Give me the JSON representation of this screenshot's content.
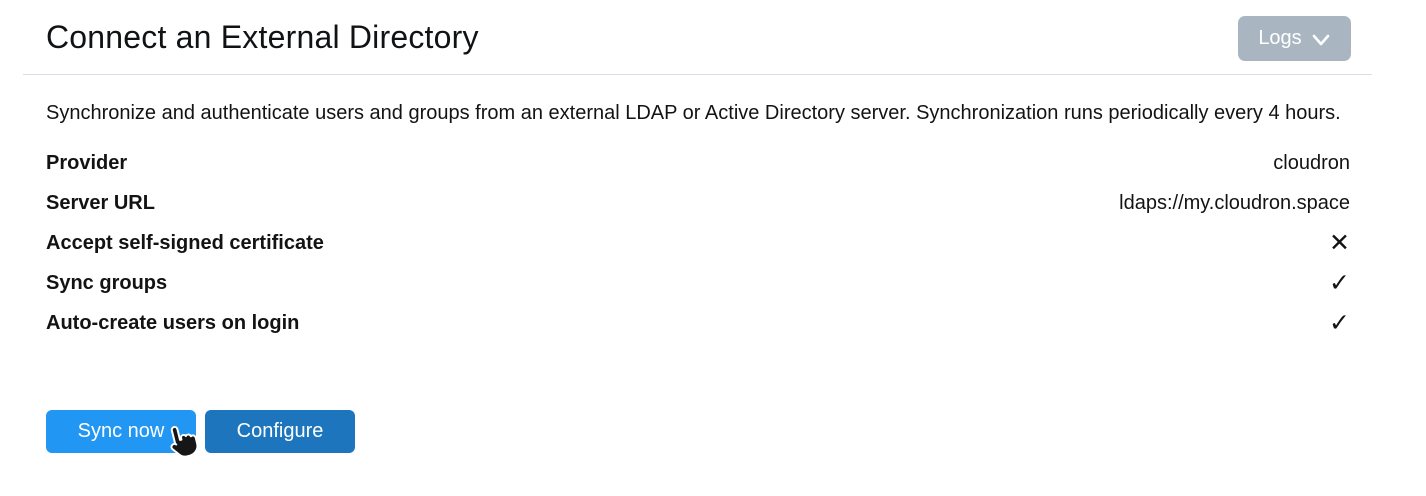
{
  "header": {
    "title": "Connect an External Directory",
    "logs_label": "Logs"
  },
  "description": "Synchronize and authenticate users and groups from an external LDAP or Active Directory server. Synchronization runs periodically every 4 hours.",
  "fields": [
    {
      "label": "Provider",
      "value": "cloudron",
      "type": "text"
    },
    {
      "label": "Server URL",
      "value": "ldaps://my.cloudron.space",
      "type": "text"
    },
    {
      "label": "Accept self-signed certificate",
      "value": "✕",
      "type": "cross-icon"
    },
    {
      "label": "Sync groups",
      "value": "✓",
      "type": "check-icon"
    },
    {
      "label": "Auto-create users on login",
      "value": "✓",
      "type": "check-icon"
    }
  ],
  "actions": {
    "sync_now_label": "Sync now",
    "configure_label": "Configure"
  },
  "colors": {
    "sync_now_bg": "#2196f3",
    "configure_bg": "#1d76bd",
    "logs_button_bg": "#a9b6c1",
    "text": "#131313",
    "divider": "#d9dfe6"
  }
}
